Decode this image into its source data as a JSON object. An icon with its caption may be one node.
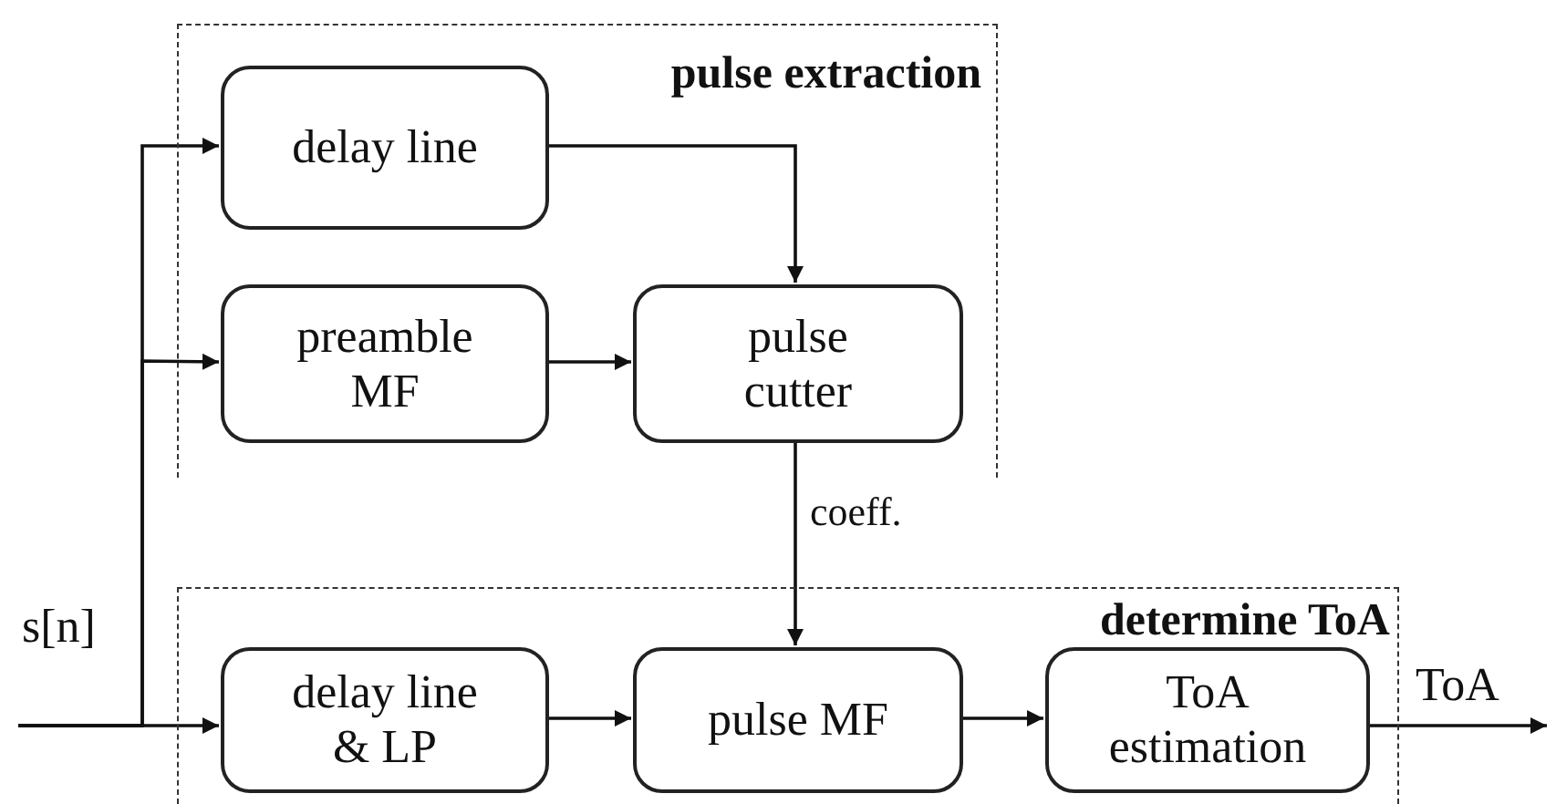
{
  "diagram": {
    "nodes": [
      {
        "text": [
          "pulse extraction"
        ]
      },
      {
        "text": [
          "delay line"
        ],
        "in": 0
      },
      {
        "text": [
          "preamble MF"
        ],
        "in": 0
      },
      {
        "text": [
          "pulse cutter"
        ],
        "in": 0
      },
      {
        "text": [
          "s[n]"
        ]
      },
      {
        "text": [
          "determine ToA"
        ]
      },
      {
        "text": [
          "delay line & LP"
        ],
        "in": 5
      },
      {
        "text": [
          "pulse MF"
        ],
        "in": 5
      },
      {
        "text": [
          "ToA estimation"
        ],
        "in": 5
      },
      {
        "text": [
          "ToA"
        ]
      }
    ],
    "edges": [
      {
        "from": 4,
        "to": 1,
        "arrow": "to"
      },
      {
        "from": 4,
        "to": 2,
        "arrow": "to"
      },
      {
        "from": 4,
        "to": 6,
        "arrow": "to"
      },
      {
        "from": 1,
        "to": 3,
        "arrow": "to"
      },
      {
        "from": 2,
        "to": 3,
        "arrow": "to"
      },
      {
        "from": 3,
        "to": 7,
        "arrow": "to",
        "label": "coeff."
      },
      {
        "from": 6,
        "to": 7,
        "arrow": "to"
      },
      {
        "from": 7,
        "to": 8,
        "arrow": "to"
      },
      {
        "from": 8,
        "to": 9,
        "arrow": "to"
      }
    ]
  }
}
